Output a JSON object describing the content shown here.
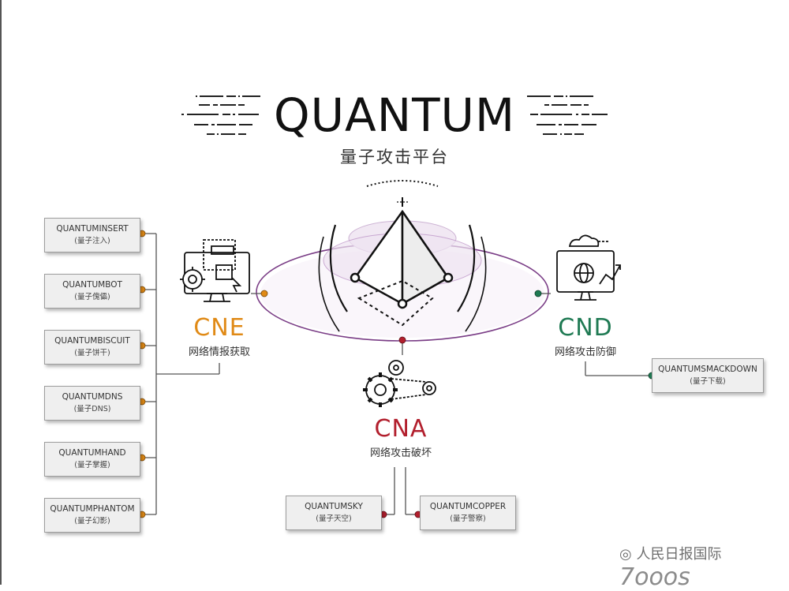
{
  "title": "QUANTUM",
  "subtitle": "量子攻击平台",
  "colors": {
    "cne": "#e08a16",
    "cnd": "#1f7a53",
    "cna": "#b21f2d",
    "ellipse": "#7a3d86",
    "line": "#555555"
  },
  "categories": {
    "cne": {
      "code": "CNE",
      "desc": "网络情报获取"
    },
    "cnd": {
      "code": "CND",
      "desc": "网络攻击防御"
    },
    "cna": {
      "code": "CNA",
      "desc": "网络攻击破坏"
    }
  },
  "cne_modules": [
    {
      "name": "QUANTUMINSERT",
      "cn": "(量子注入)"
    },
    {
      "name": "QUANTUMBOT",
      "cn": "(量子傀儡)"
    },
    {
      "name": "QUANTUMBISCUIT",
      "cn": "(量子饼干)"
    },
    {
      "name": "QUANTUMDNS",
      "cn": "(量子DNS)"
    },
    {
      "name": "QUANTUMHAND",
      "cn": "(量子掌握)"
    },
    {
      "name": "QUANTUMPHANTOM",
      "cn": "(量子幻影)"
    }
  ],
  "cnd_modules": [
    {
      "name": "QUANTUMSMACKDOWN",
      "cn": "(量子下载)"
    }
  ],
  "cna_modules": [
    {
      "name": "QUANTUMSKY",
      "cn": "(量子天空)"
    },
    {
      "name": "QUANTUMCOPPER",
      "cn": "(量子警察)"
    }
  ],
  "watermark": {
    "source": "人民日报国际",
    "mark": "7ooos"
  }
}
